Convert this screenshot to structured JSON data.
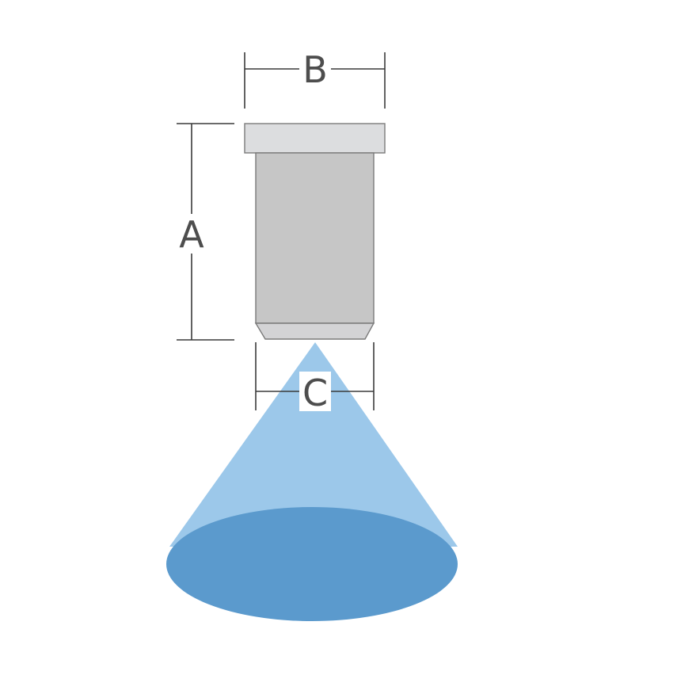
{
  "dimensions": {
    "a": {
      "label": "A"
    },
    "b": {
      "label": "B"
    },
    "c": {
      "label": "C"
    }
  },
  "colors": {
    "background": "#ffffff",
    "cap_fill": "#dcdddf",
    "body_fill": "#c6c6c6",
    "tip_fill": "#d3d3d5",
    "outline": "#7a7a7a",
    "dimension_line": "#3a3a3a",
    "label_text": "#4d4d4d",
    "spray_cone": "#9cc8ea",
    "spray_base": "#5b9acd"
  }
}
